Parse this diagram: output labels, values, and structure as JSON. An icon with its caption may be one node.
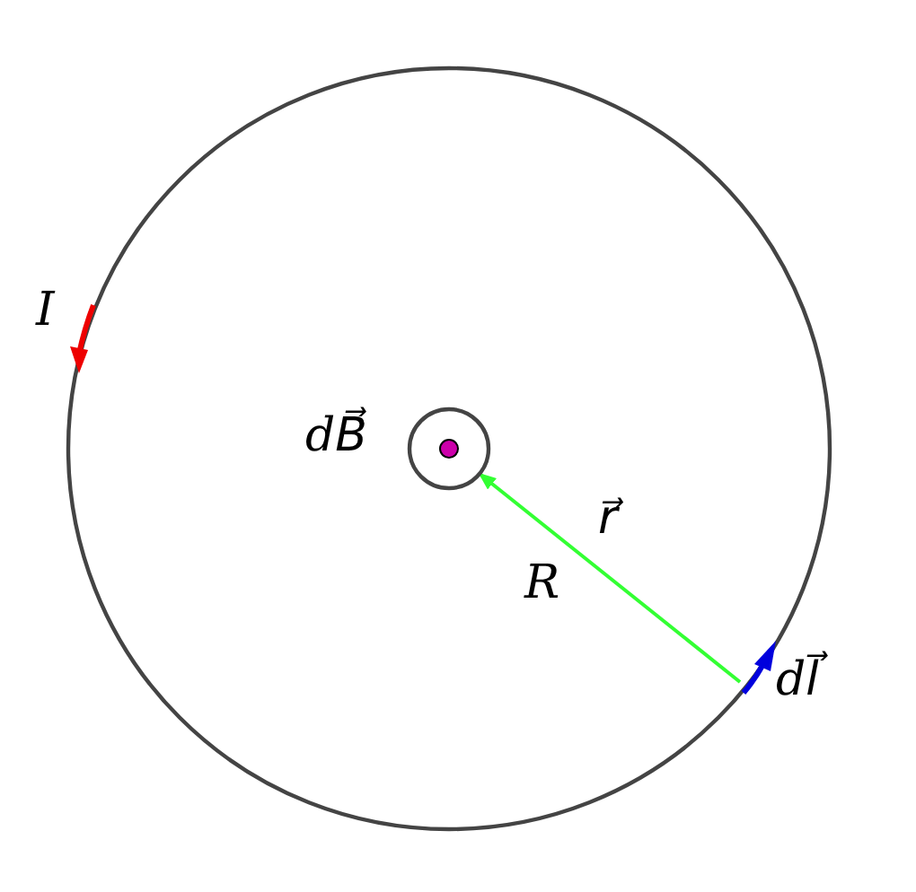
{
  "diagram": {
    "nodes": [
      {
        "text": [],
        "shape": "circle",
        "beside": [
          "dB⃗"
        ]
      },
      {
        "text": [],
        "shape": "arrow",
        "beside": [
          "dl⃗"
        ]
      }
    ],
    "edges": [
      {
        "from": 1,
        "to": 0,
        "arrow": "to",
        "label": "r⃗",
        "color": "#33ff33"
      }
    ],
    "labels": [
      "I",
      "R"
    ]
  }
}
